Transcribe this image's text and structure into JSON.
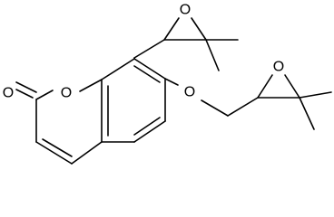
{
  "structure": {
    "background": "#ffffff",
    "ink": "#000000",
    "atom_labels": {
      "ring_oxygen": "O",
      "carbonyl_oxygen": "O",
      "ether_oxygen": "O",
      "upper_epoxide_oxygen": "O",
      "lower_epoxide_oxygen": "O"
    }
  }
}
